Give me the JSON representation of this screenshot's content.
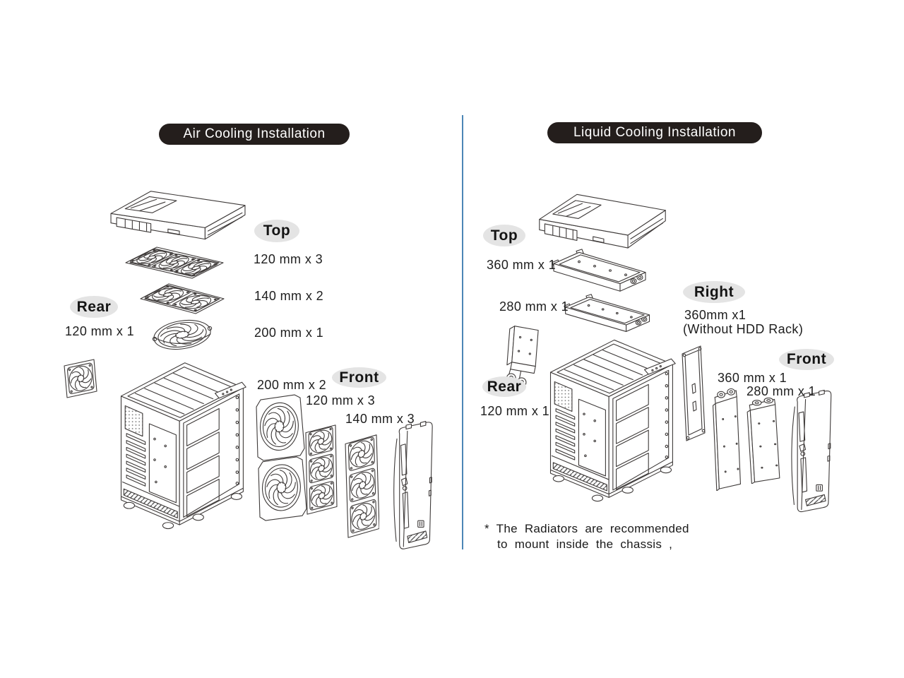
{
  "colors": {
    "pill_bg": "#241e1c",
    "pill_text": "#ffffff",
    "oval_bg": "#e4e4e4",
    "text": "#1d1d1d",
    "divider": "#4c86b6",
    "line_art": "#3e3a39",
    "background": "#ffffff"
  },
  "air": {
    "header": "Air Cooling Installation",
    "top_label": "Top",
    "top_fan_1": "120 mm x 3",
    "top_fan_2": "140 mm x 2",
    "top_fan_3": "200 mm x 1",
    "rear_label": "Rear",
    "rear_fan": "120 mm x 1",
    "front_label": "Front",
    "front_fan_1": "200 mm x 2",
    "front_fan_2": "120 mm x 3",
    "front_fan_3": "140 mm x 3"
  },
  "liquid": {
    "header": "Liquid Cooling Installation",
    "top_label": "Top",
    "top_rad_1": "360 mm x 1",
    "top_rad_2": "280 mm x 1",
    "right_label": "Right",
    "right_rad": "360mm x1",
    "right_note": "(Without HDD Rack)",
    "rear_label": "Rear",
    "rear_fan": "120 mm x 1",
    "front_label": "Front",
    "front_rad_1": "360 mm x 1",
    "front_rad_2": "280 mm x 1",
    "footnote_line1": "* The Radiators are recommended",
    "footnote_line2": "to mount inside the chassis ,"
  }
}
